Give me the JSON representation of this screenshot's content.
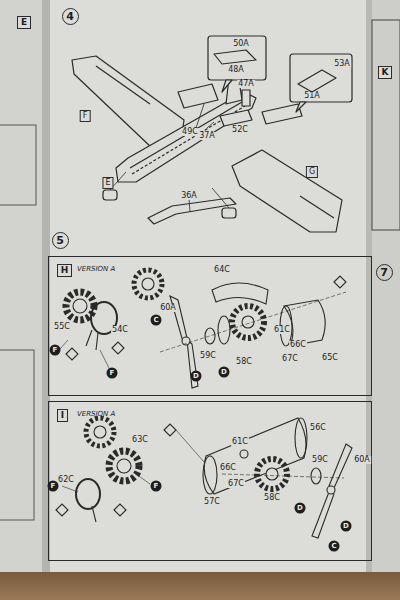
{
  "diagram": {
    "nodes": [
      {
        "text": [
          "E"
        ]
      },
      {
        "text": [
          "4"
        ]
      },
      {
        "text": [
          "5"
        ]
      },
      {
        "text": [
          "VERSION A"
        ]
      },
      {
        "text": [
          "H"
        ],
        "in": 3
      },
      {
        "text": [
          "VERSION A"
        ]
      },
      {
        "text": [
          "I"
        ],
        "in": 5
      },
      {
        "text": [
          "K"
        ]
      },
      {
        "text": [
          "7"
        ]
      }
    ],
    "labels": [
      "50A",
      "48A",
      "47A",
      "49C",
      "53A",
      "51A",
      "52C",
      "37A",
      "36A",
      "F",
      "E",
      "G",
      "55C",
      "54C",
      "F",
      "F",
      "60A",
      "C",
      "D",
      "64C",
      "61C",
      "66C",
      "65C",
      "67C",
      "58C",
      "59C",
      "D",
      "63C",
      "62C",
      "F",
      "F",
      "56C",
      "61C",
      "66C",
      "67C",
      "57C",
      "58C",
      "59C",
      "60A",
      "D",
      "D",
      "C"
    ]
  }
}
